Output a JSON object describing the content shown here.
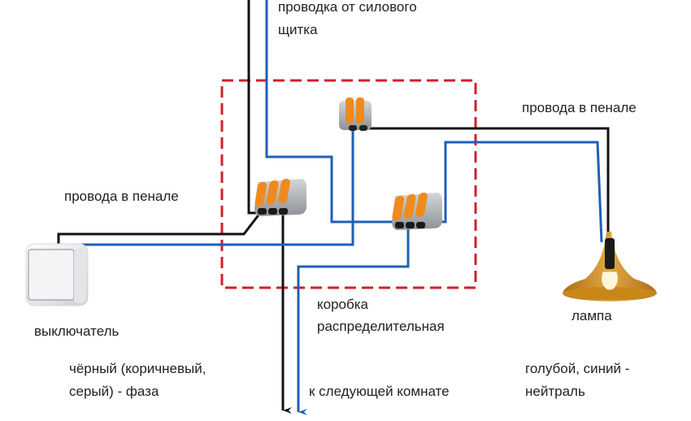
{
  "title": "Схема подключения лампы через выключатель в распределительной коробке",
  "colors": {
    "phase_wire": "#111111",
    "neutral_wire": "#1f5fb5",
    "box_border": "#d0202a",
    "connector_lever": "#f08a1c",
    "connector_body": "#b9bcc0",
    "lamp_shade": "#c9871a"
  },
  "labels": {
    "panel_feed_line1": "проводка от силового",
    "panel_feed_line2": "щитка",
    "wires_in_duct_right": "провода в пенале",
    "wires_in_duct_left": "провода в пенале",
    "switch": "выключатель",
    "lamp": "лампа",
    "box_line1": "коробка",
    "box_line2": "распределительная",
    "phase_legend_line1": "чёрный (коричневый,",
    "phase_legend_line2": "серый) - фаза",
    "next_room": "к следующей комнате",
    "neutral_legend_line1": "голубой, синий -",
    "neutral_legend_line2": "нейтраль"
  },
  "components": [
    {
      "name": "switch-icon",
      "type": "switch"
    },
    {
      "name": "lamp-icon",
      "type": "pendant-lamp"
    },
    {
      "name": "connector-2-pole",
      "type": "wago-connector",
      "poles": 2
    },
    {
      "name": "connector-3-pole-phase",
      "type": "wago-connector",
      "poles": 3
    },
    {
      "name": "connector-3-pole-neutral",
      "type": "wago-connector",
      "poles": 3
    }
  ]
}
